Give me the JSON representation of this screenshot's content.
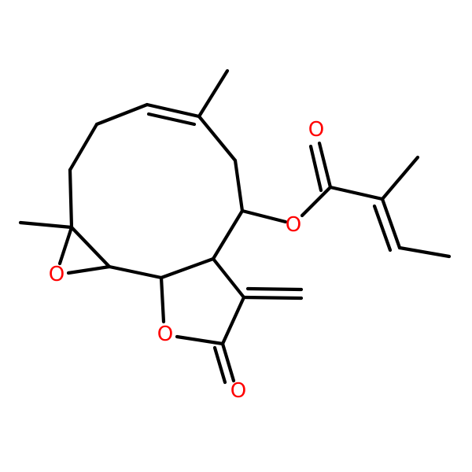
{
  "molecule": {
    "atom_labels": [
      {
        "id": "o-epoxide",
        "text": "O",
        "color": "#ff0000"
      },
      {
        "id": "o-ester",
        "text": "O",
        "color": "#ff0000"
      },
      {
        "id": "o-ester-carbonyl",
        "text": "O",
        "color": "#ff0000"
      },
      {
        "id": "o-lactone-ring",
        "text": "O",
        "color": "#ff0000"
      },
      {
        "id": "o-lactone-carbonyl",
        "text": "O",
        "color": "#ff0000"
      }
    ],
    "colors": {
      "bond": "#000000",
      "oxygen": "#ff0000",
      "background": "#ffffff"
    }
  }
}
